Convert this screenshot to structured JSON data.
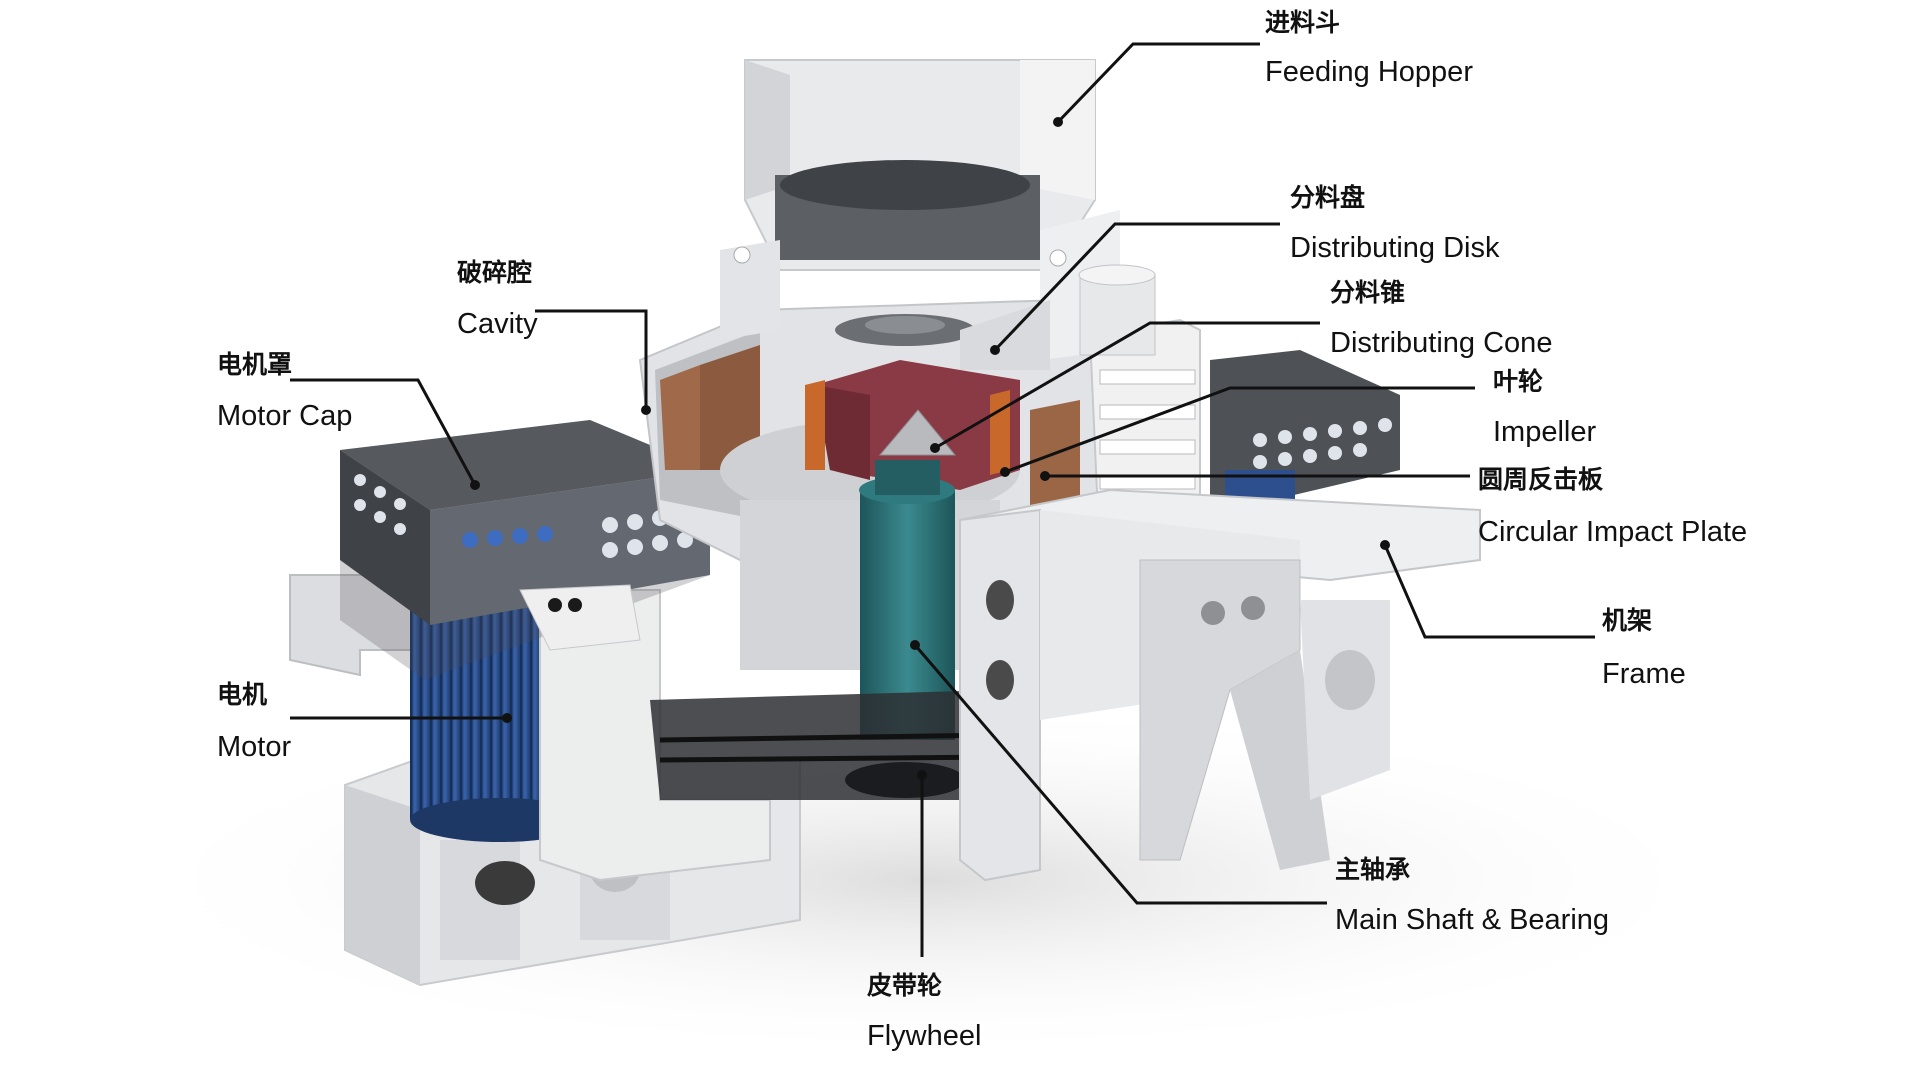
{
  "colors": {
    "frame": "#e6e7e9",
    "frame_dark": "#c9cacd",
    "motor_blue": "#2d4f8e",
    "motor_cap": "#55585d",
    "shaft_teal": "#2b6f74",
    "impeller_red": "#8a3a44",
    "impact_plate_brown": "#9a6646",
    "leader": "#111111"
  },
  "labels": [
    {
      "id": "feeding-hopper",
      "zh": "进料斗",
      "en": "Feeding Hopper",
      "icon": "hopper"
    },
    {
      "id": "distributing-disk",
      "zh": "分料盘",
      "en": "Distributing Disk",
      "icon": "disk"
    },
    {
      "id": "distributing-cone",
      "zh": "分料锥",
      "en": "Distributing Cone",
      "icon": "cone"
    },
    {
      "id": "impeller",
      "zh": "叶轮",
      "en": "Impeller",
      "icon": "impeller"
    },
    {
      "id": "circular-impact-plate",
      "zh": "圆周反击板",
      "en": "Circular Impact Plate",
      "icon": "impact-plate"
    },
    {
      "id": "frame",
      "zh": "机架",
      "en": "Frame",
      "icon": "frame"
    },
    {
      "id": "main-shaft-bearing",
      "zh": "主轴承",
      "en": "Main Shaft & Bearing",
      "icon": "shaft"
    },
    {
      "id": "flywheel",
      "zh": "皮带轮",
      "en": "Flywheel",
      "icon": "flywheel"
    },
    {
      "id": "motor",
      "zh": "电机",
      "en": "Motor",
      "icon": "motor"
    },
    {
      "id": "motor-cap",
      "zh": "电机罩",
      "en": "Motor Cap",
      "icon": "motor-cap"
    },
    {
      "id": "cavity",
      "zh": "破碎腔",
      "en": "Cavity",
      "icon": "cavity"
    }
  ]
}
